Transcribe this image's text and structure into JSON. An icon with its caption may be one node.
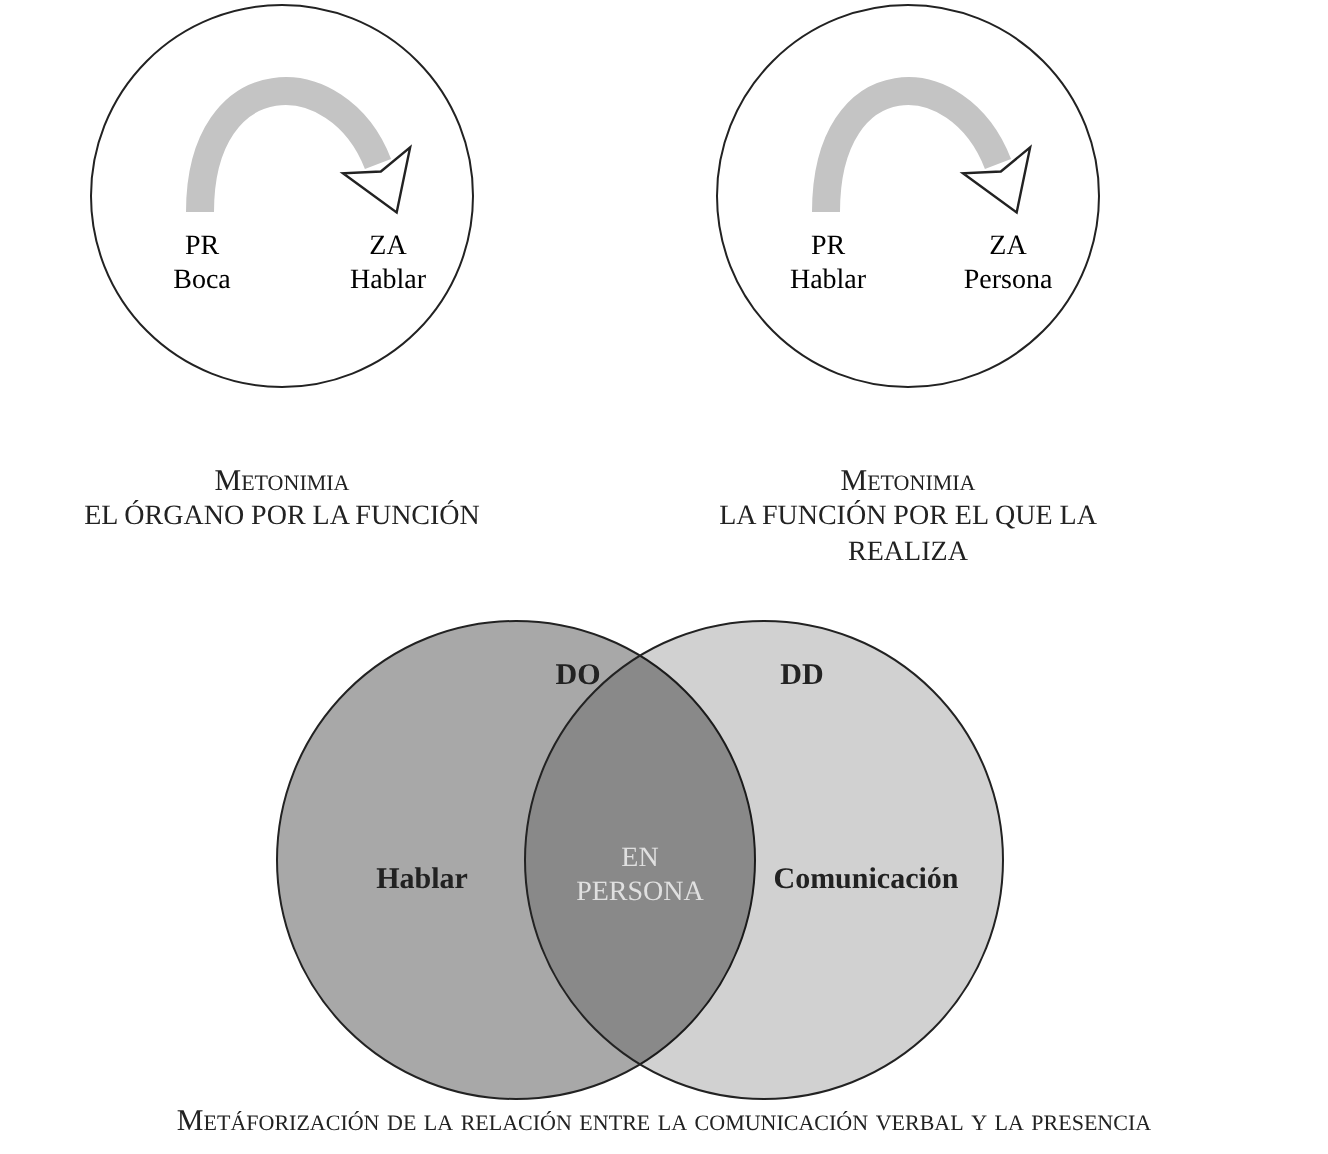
{
  "diagram": {
    "caption": "Metáforización de la relación entre la comunicación verbal y la presencia",
    "nodes": [
      {
        "text": [],
        "shape": "circle",
        "beside": [
          "Metonimia",
          "EL ÓRGANO POR LA FUNCIÓN"
        ]
      },
      {
        "text": [
          "PR",
          "Boca"
        ],
        "in": 0
      },
      {
        "text": [
          "ZA",
          "Hablar"
        ],
        "in": 0
      },
      {
        "text": [],
        "shape": "circle",
        "beside": [
          "Metonimia",
          "LA FUNCIÓN POR EL QUE LA REALIZA"
        ]
      },
      {
        "text": [
          "PR",
          "Hablar"
        ],
        "in": 3
      },
      {
        "text": [
          "ZA",
          "Persona"
        ],
        "in": 3
      },
      {
        "text": [
          "DO",
          "Hablar"
        ]
      },
      {
        "text": [
          "DD",
          "Comunicación"
        ]
      }
    ],
    "edges": [
      {
        "from": 1,
        "to": 2,
        "arrow": "to"
      },
      {
        "from": 4,
        "to": 5,
        "arrow": "to"
      }
    ],
    "labels": [
      "EN PERSONA"
    ]
  }
}
